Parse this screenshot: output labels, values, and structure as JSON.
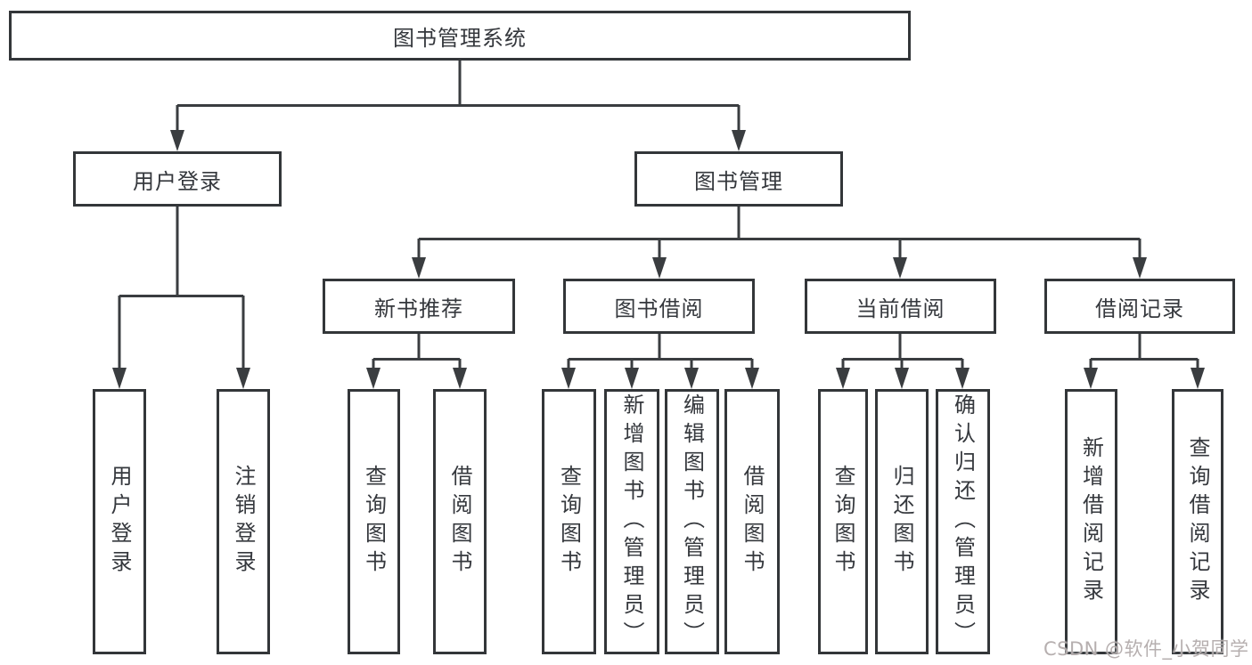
{
  "diagram": {
    "root": {
      "label": "图书管理系统"
    },
    "level2": [
      {
        "label": "用户登录"
      },
      {
        "label": "图书管理"
      }
    ],
    "level3": [
      {
        "label": "新书推荐"
      },
      {
        "label": "图书借阅"
      },
      {
        "label": "当前借阅"
      },
      {
        "label": "借阅记录"
      }
    ],
    "leaves": {
      "user_login": [
        "用户登录",
        "注销登录"
      ],
      "new_book_recommend": [
        "查询图书",
        "借阅图书"
      ],
      "book_borrow": [
        "查询图书",
        "新增图书（管理员）",
        "编辑图书（管理员）",
        "借阅图书"
      ],
      "current_borrow": [
        "查询图书",
        "归还图书",
        "确认归还（管理员）"
      ],
      "borrow_records": [
        "新增借阅记录",
        "查询借阅记录"
      ]
    }
  },
  "watermark": {
    "text": "CSDN @软件_小贺同学"
  },
  "colors": {
    "line": "#3a3d40",
    "border": "#333639",
    "text": "#35383d",
    "background": "#ffffff",
    "watermark": "#b0a8a8"
  }
}
